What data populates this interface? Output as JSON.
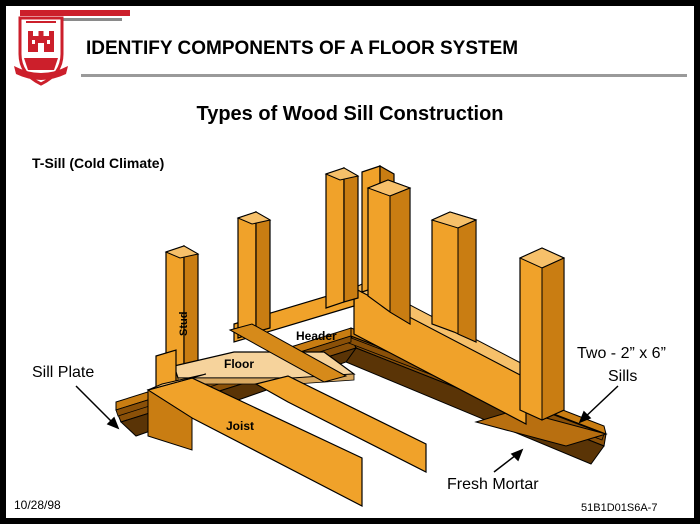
{
  "header": {
    "title": "IDENTIFY COMPONENTS OF A FLOOR SYSTEM",
    "logo_icon": "engineer-castle-shield-icon"
  },
  "slide": {
    "subtitle": "Types of Wood Sill Construction",
    "section_label": "T-Sill (Cold Climate)"
  },
  "diagram": {
    "labels": {
      "stud": "Stud",
      "header": "Header",
      "floor": "Floor",
      "joist": "Joist",
      "sill_plate": "Sill Plate",
      "sills_line1": "Two - 2” x 6”",
      "sills_line2": "Sills",
      "fresh_mortar": "Fresh Mortar"
    }
  },
  "footer": {
    "date": "10/28/98",
    "code": "51B1D01S6A-7"
  },
  "colors": {
    "accent_red": "#cc1f2b",
    "wood": "#f0a22a",
    "wood_side": "#c97d12",
    "wood_dark": "#8a5008",
    "floor_board": "#f6d39c",
    "rule_gray": "#9a9a9a"
  }
}
